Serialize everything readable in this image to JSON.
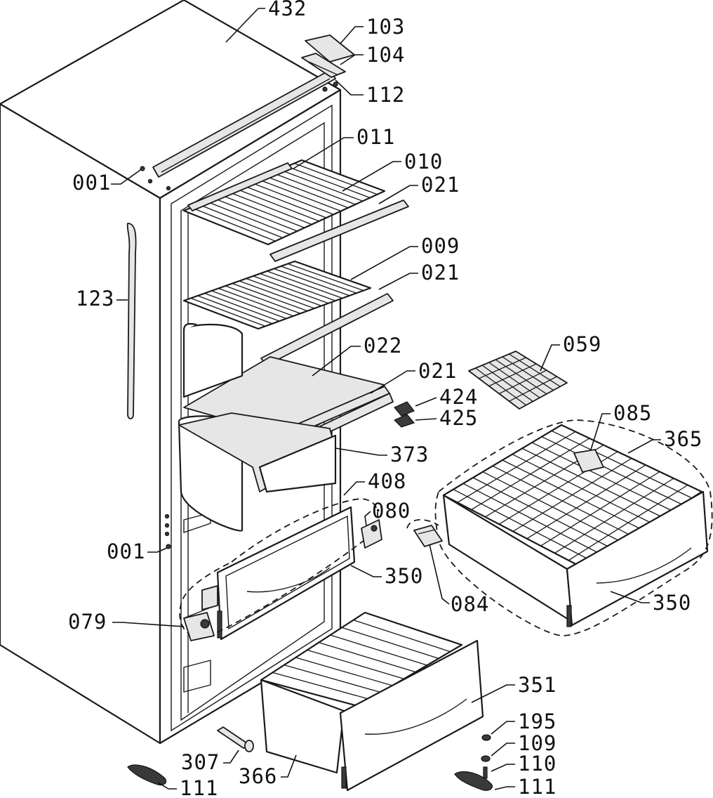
{
  "diagram": {
    "parts": [
      {
        "id": "p432",
        "label": "432"
      },
      {
        "id": "p103",
        "label": "103"
      },
      {
        "id": "p104",
        "label": "104"
      },
      {
        "id": "p112",
        "label": "112"
      },
      {
        "id": "p011",
        "label": "011"
      },
      {
        "id": "p010",
        "label": "010"
      },
      {
        "id": "p021a",
        "label": "021"
      },
      {
        "id": "p001a",
        "label": "001"
      },
      {
        "id": "p009",
        "label": "009"
      },
      {
        "id": "p021b",
        "label": "021"
      },
      {
        "id": "p123",
        "label": "123"
      },
      {
        "id": "p022",
        "label": "022"
      },
      {
        "id": "p059",
        "label": "059"
      },
      {
        "id": "p021c",
        "label": "021"
      },
      {
        "id": "p424",
        "label": "424"
      },
      {
        "id": "p425",
        "label": "425"
      },
      {
        "id": "p085",
        "label": "085"
      },
      {
        "id": "p365",
        "label": "365"
      },
      {
        "id": "p373",
        "label": "373"
      },
      {
        "id": "p408",
        "label": "408"
      },
      {
        "id": "p080",
        "label": "080"
      },
      {
        "id": "p001b",
        "label": "001"
      },
      {
        "id": "p350a",
        "label": "350"
      },
      {
        "id": "p084",
        "label": "084"
      },
      {
        "id": "p350b",
        "label": "350"
      },
      {
        "id": "p079",
        "label": "079"
      },
      {
        "id": "p351",
        "label": "351"
      },
      {
        "id": "p195",
        "label": "195"
      },
      {
        "id": "p109",
        "label": "109"
      },
      {
        "id": "p307",
        "label": "307"
      },
      {
        "id": "p366",
        "label": "366"
      },
      {
        "id": "p110",
        "label": "110"
      },
      {
        "id": "p111a",
        "label": "111"
      },
      {
        "id": "p111b",
        "label": "111"
      }
    ]
  }
}
